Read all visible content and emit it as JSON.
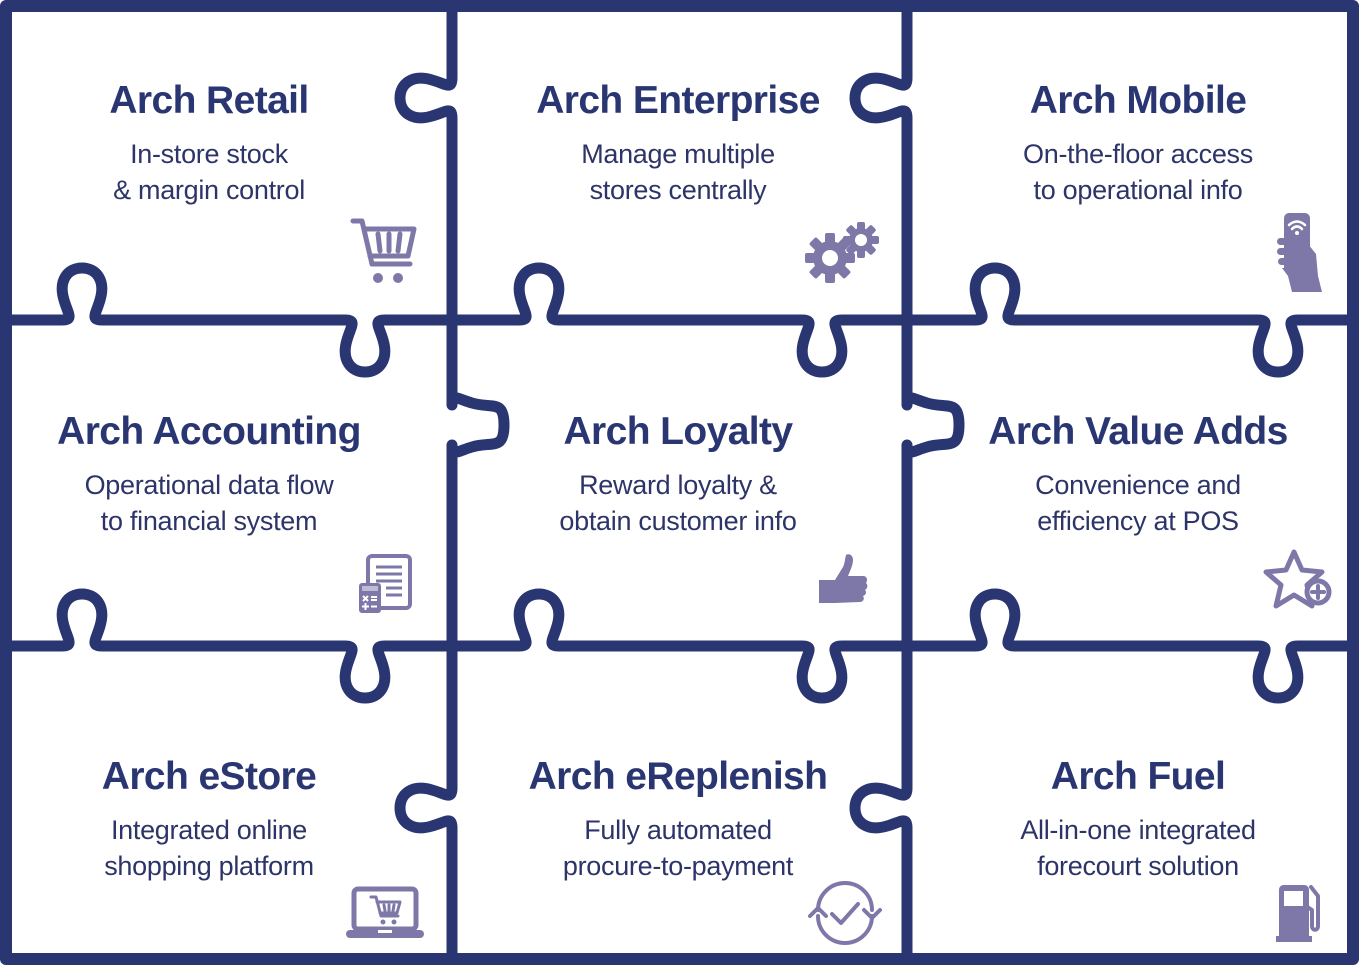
{
  "colors": {
    "outline": "#2a3672",
    "title": "#2a3672",
    "text": "#2d3468",
    "icon": "#7d78a8",
    "background": "#ffffff"
  },
  "tiles": [
    {
      "title": "Arch Retail",
      "desc_line1": "In-store stock",
      "desc_line2": "& margin control",
      "icon": "shopping-cart-icon"
    },
    {
      "title": "Arch Enterprise",
      "desc_line1": "Manage multiple",
      "desc_line2": "stores centrally",
      "icon": "gears-icon"
    },
    {
      "title": "Arch Mobile",
      "desc_line1": "On-the-floor access",
      "desc_line2": "to operational info",
      "icon": "hand-phone-wifi-icon"
    },
    {
      "title": "Arch Accounting",
      "desc_line1": "Operational data flow",
      "desc_line2": "to financial system",
      "icon": "document-calculator-icon"
    },
    {
      "title": "Arch Loyalty",
      "desc_line1": "Reward loyalty &",
      "desc_line2": "obtain customer info",
      "icon": "thumbs-up-icon"
    },
    {
      "title": "Arch Value Adds",
      "desc_line1": "Convenience and",
      "desc_line2": "efficiency at POS",
      "icon": "star-plus-icon"
    },
    {
      "title": "Arch eStore",
      "desc_line1": "Integrated online",
      "desc_line2": "shopping platform",
      "icon": "laptop-cart-icon"
    },
    {
      "title": "Arch eReplenish",
      "desc_line1": "Fully automated",
      "desc_line2": "procure-to-payment",
      "icon": "cycle-check-icon"
    },
    {
      "title": "Arch Fuel",
      "desc_line1": "All-in-one integrated",
      "desc_line2": "forecourt solution",
      "icon": "fuel-pump-icon"
    }
  ]
}
